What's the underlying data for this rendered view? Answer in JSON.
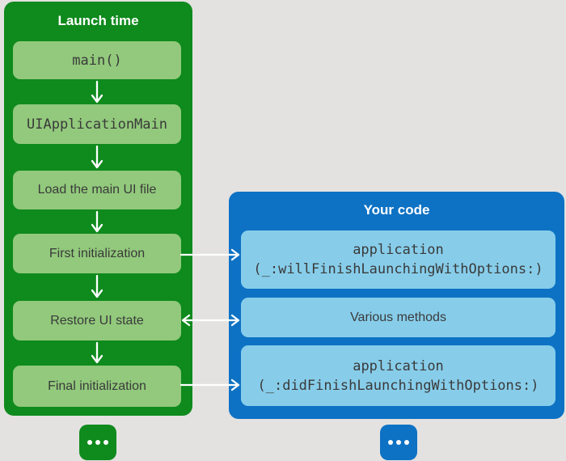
{
  "colors": {
    "background": "#e3e2e1",
    "green_panel": "#0f8a1d",
    "green_box": "#92c97c",
    "blue_panel": "#0d72c4",
    "blue_box": "#87cdea",
    "box_text": "#3a3a3a",
    "title_text": "#ffffff",
    "arrow": "#ffffff"
  },
  "launch_panel": {
    "title": "Launch time",
    "steps": [
      {
        "label": "main()"
      },
      {
        "label": "UIApplicationMain"
      },
      {
        "label": "Load the main UI file"
      },
      {
        "label": "First initialization"
      },
      {
        "label": "Restore UI state"
      },
      {
        "label": "Final initialization"
      }
    ],
    "more_icon": "ellipsis-icon"
  },
  "code_panel": {
    "title": "Your code",
    "methods": [
      {
        "label": "application\n(_:willFinishLaunchingWithOptions:)"
      },
      {
        "label": "Various methods"
      },
      {
        "label": "application\n(_:didFinishLaunchingWithOptions:)"
      }
    ],
    "more_icon": "ellipsis-icon"
  },
  "connections": [
    {
      "from": "First initialization",
      "to": "application(_:willFinishLaunchingWithOptions:)",
      "direction": "right"
    },
    {
      "from": "Restore UI state",
      "to": "Various methods",
      "direction": "both"
    },
    {
      "from": "Final initialization",
      "to": "application(_:didFinishLaunchingWithOptions:)",
      "direction": "right"
    }
  ]
}
